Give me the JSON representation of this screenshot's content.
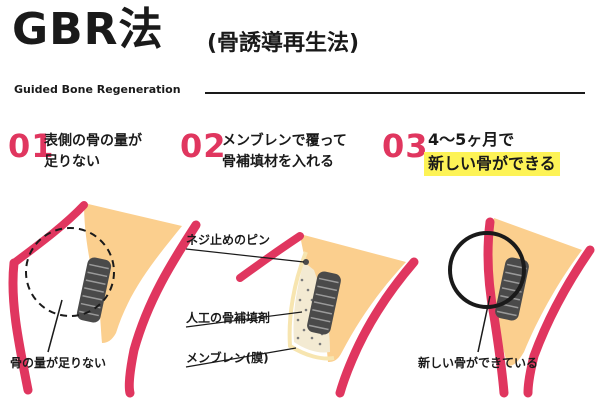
{
  "header": {
    "title": "GBR法",
    "title_paren": "(骨誘導再生法)",
    "subtitle": "Guided Bone Regeneration"
  },
  "steps": [
    {
      "number": "01",
      "lines": [
        "表側の骨の量が",
        "足りない"
      ]
    },
    {
      "number": "02",
      "lines": [
        "メンブレンで覆って",
        "骨補填材を入れる"
      ]
    },
    {
      "number": "03",
      "lines": [
        "4〜5ヶ月で",
        "新しい骨ができる"
      ]
    }
  ],
  "labels": {
    "insufficient_bone": "骨の量が足りない",
    "screw_pin": "ネジ止めのピン",
    "bone_filler": "人工の骨補填剤",
    "membrane": "メンブレン(膜)",
    "new_bone": "新しい骨ができている"
  },
  "colors": {
    "accent": "#e0365f",
    "gum": "#e0365f",
    "bone": "#fbcf8e",
    "highlight": "#fdf356",
    "implant": "#4a4a4a"
  }
}
